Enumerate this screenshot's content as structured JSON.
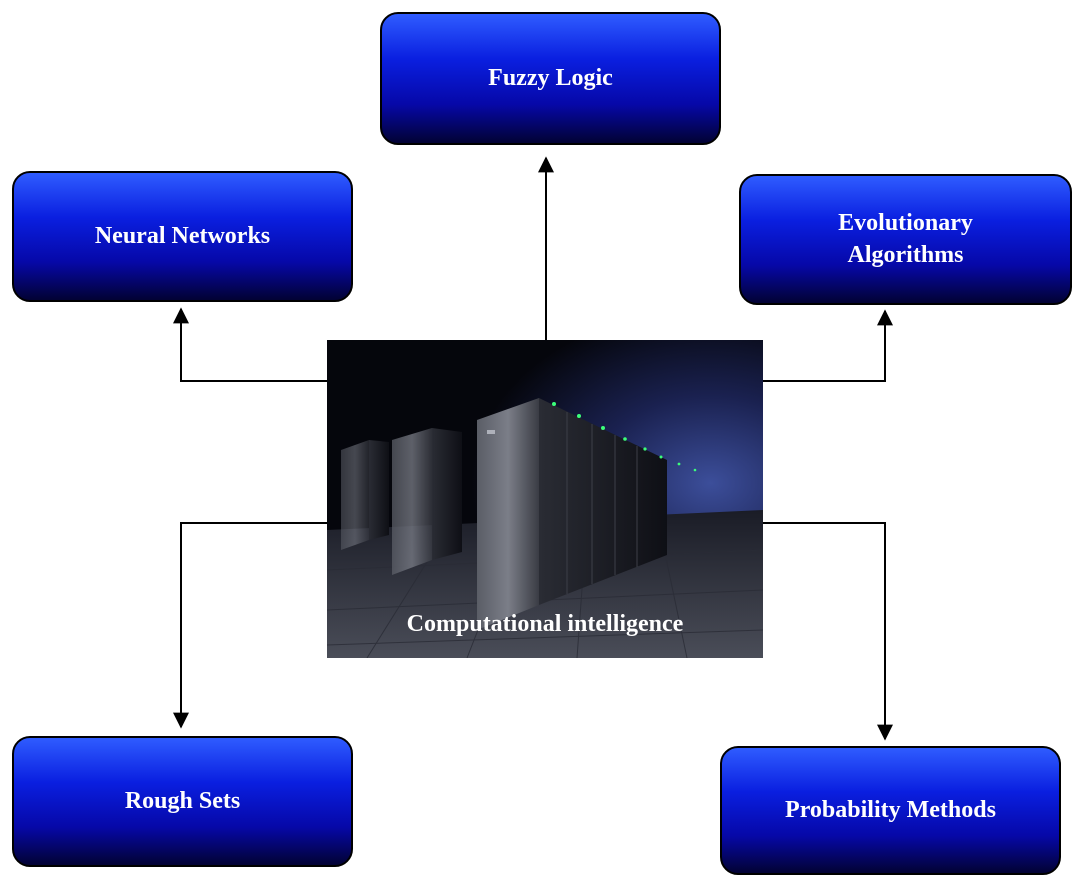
{
  "center": {
    "label": "Computational intelligence",
    "image": "supercomputer-photo"
  },
  "nodes": {
    "fuzzy_logic": "Fuzzy Logic",
    "neural_networks": "Neural Networks",
    "evolutionary_algorithms": "Evolutionary\nAlgorithms",
    "rough_sets": "Rough Sets",
    "probability_methods": "Probability Methods"
  },
  "colors": {
    "node_top": "#2f5cff",
    "node_mid": "#0a1fe0",
    "node_bottom": "#020233",
    "node_text": "#ffffff",
    "connector": "#000000"
  }
}
